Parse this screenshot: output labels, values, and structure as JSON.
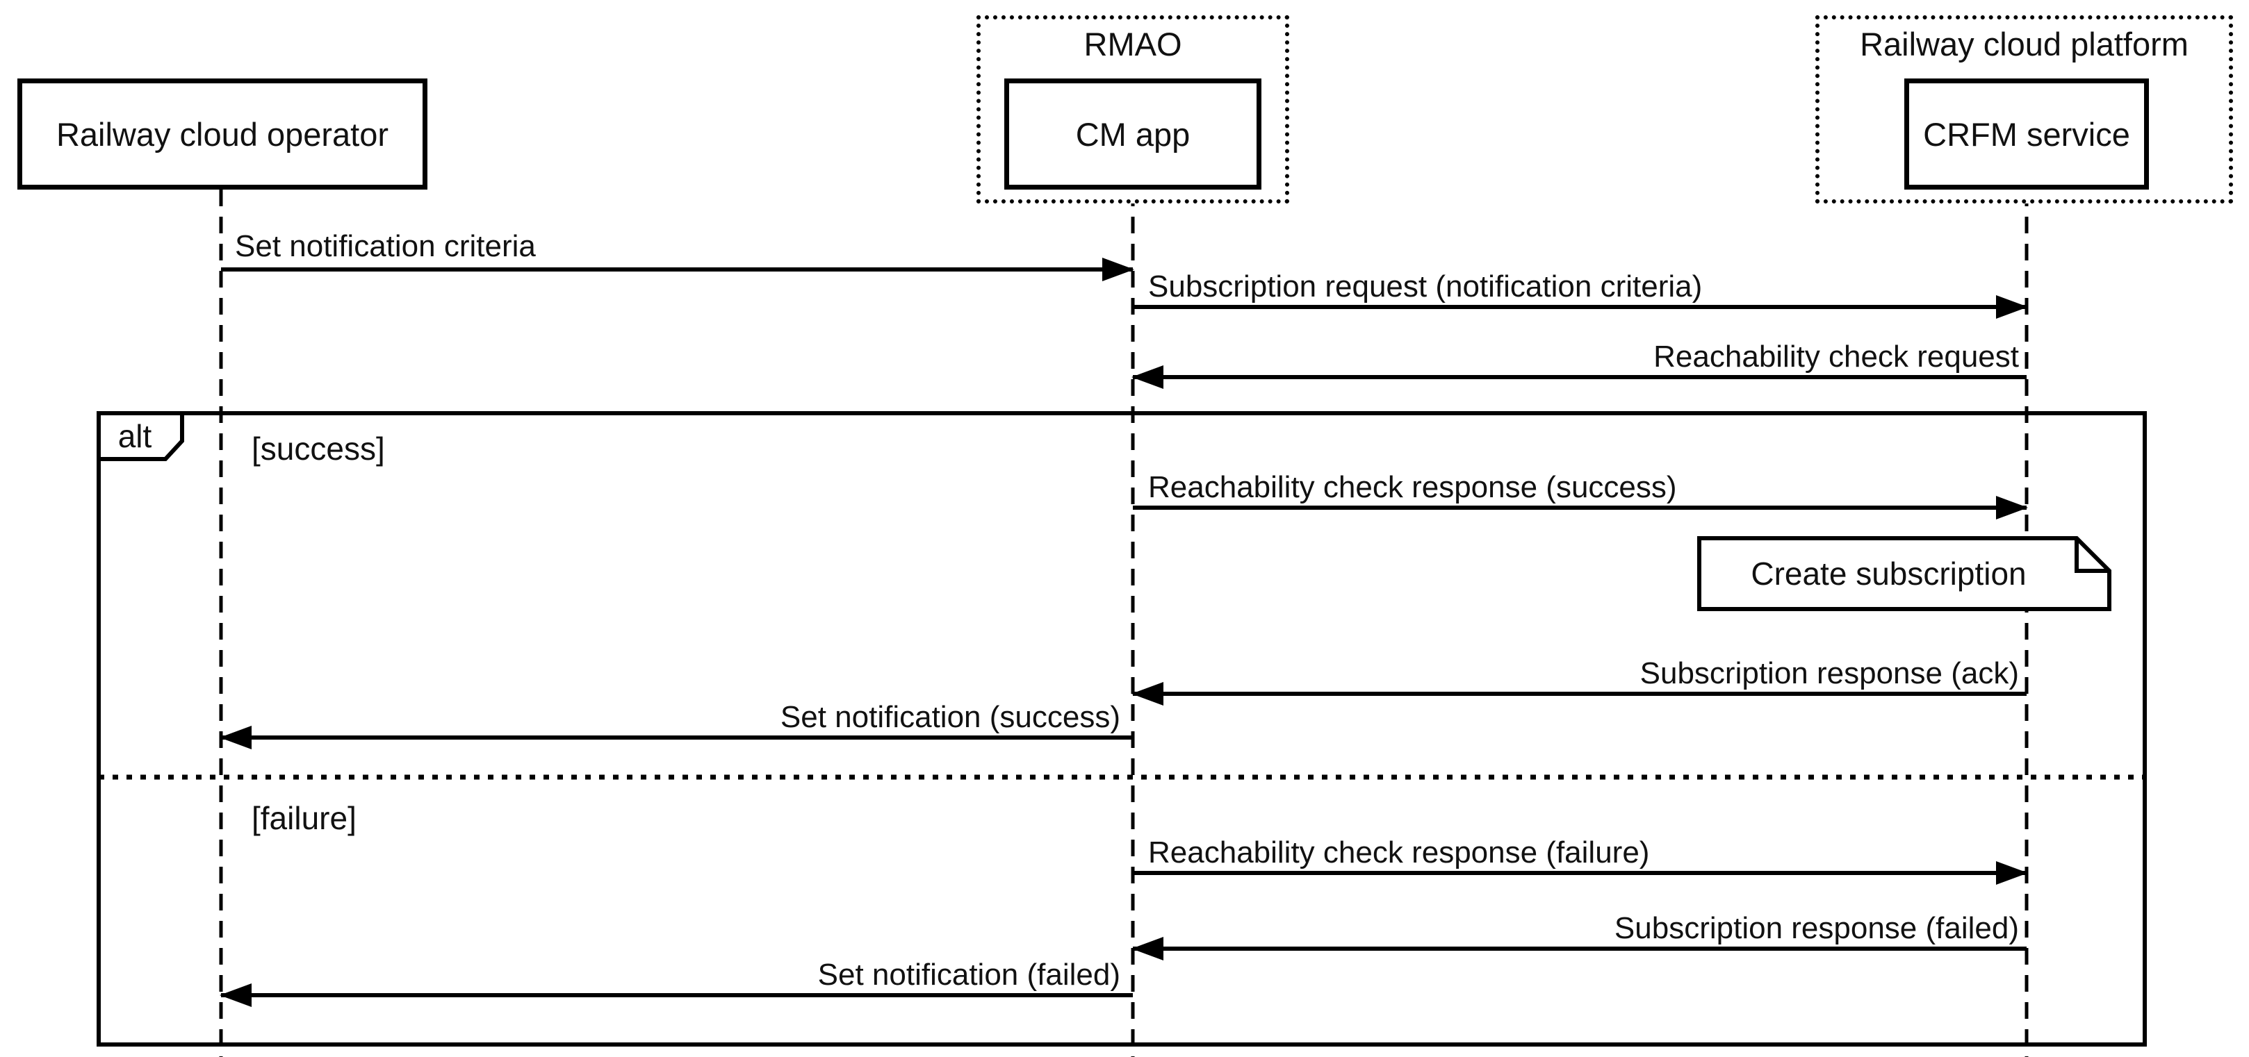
{
  "diagram_type": "uml-sequence-diagram",
  "participants": {
    "operator": {
      "label": "Railway cloud operator"
    },
    "rmao_group": {
      "label": "RMAO"
    },
    "cm_app": {
      "label": "CM app"
    },
    "platform_group": {
      "label": "Railway cloud platform"
    },
    "crfm": {
      "label": "CRFM service"
    }
  },
  "messages": {
    "set_notification_criteria": {
      "label": "Set notification criteria",
      "from": "Railway cloud operator",
      "to": "CM app",
      "direction": "right"
    },
    "subscription_request": {
      "label": "Subscription request (notification criteria)",
      "from": "CM app",
      "to": "CRFM service",
      "direction": "right"
    },
    "reachability_check_request": {
      "label": "Reachability check request",
      "from": "CRFM service",
      "to": "CM app",
      "direction": "left"
    },
    "reachability_check_response_success": {
      "label": "Reachability check response (success)",
      "from": "CM app",
      "to": "CRFM service",
      "direction": "right"
    },
    "subscription_response_ack": {
      "label": "Subscription response (ack)",
      "from": "CRFM service",
      "to": "CM app",
      "direction": "left"
    },
    "set_notification_success": {
      "label": "Set notification (success)",
      "from": "CM app",
      "to": "Railway cloud operator",
      "direction": "left"
    },
    "reachability_check_response_failure": {
      "label": "Reachability check response (failure)",
      "from": "CM app",
      "to": "CRFM service",
      "direction": "right"
    },
    "subscription_response_failed": {
      "label": "Subscription response (failed)",
      "from": "CRFM service",
      "to": "CM app",
      "direction": "left"
    },
    "set_notification_failed": {
      "label": "Set notification (failed)",
      "from": "CM app",
      "to": "Railway cloud operator",
      "direction": "left"
    }
  },
  "alt_frame": {
    "operator_label": "alt",
    "guard_success": "[success]",
    "guard_failure": "[failure]"
  },
  "note": {
    "text": "Create subscription"
  },
  "colors": {
    "line": "#000000",
    "text": "#111111",
    "background": "#ffffff"
  }
}
